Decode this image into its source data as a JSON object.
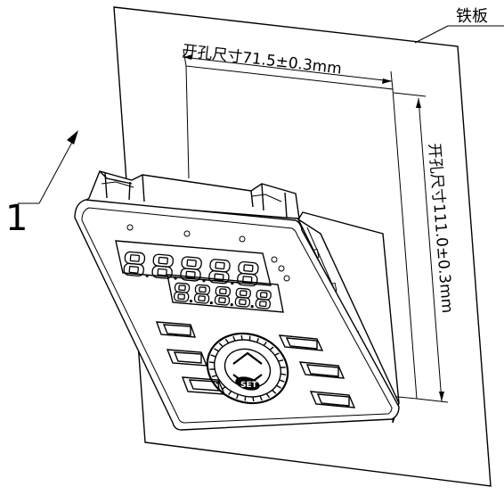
{
  "labels": {
    "plate": "铁板",
    "width_dimension": "开孔尺寸71.5±0.3mm",
    "height_dimension": "开孔尺寸111.0±0.3mm",
    "callout_number": "1",
    "segment_char": "8",
    "center_key": "SET"
  }
}
